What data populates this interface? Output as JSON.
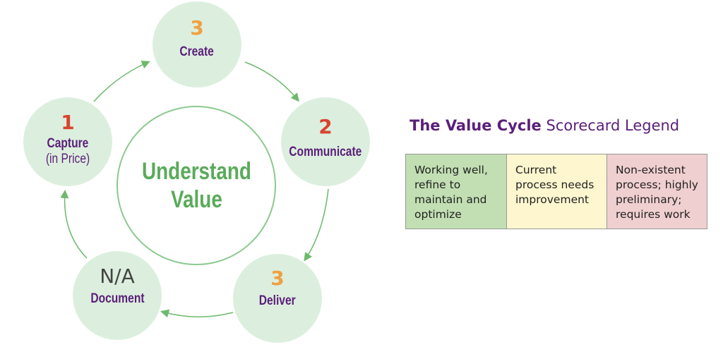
{
  "diagram": {
    "center": {
      "line1": "Understand",
      "line2": "Value"
    },
    "nodes": [
      {
        "id": "create",
        "score": "3",
        "label": "Create",
        "sub": "",
        "score_color": "#f0a040"
      },
      {
        "id": "communicate",
        "score": "2",
        "label": "Communicate",
        "sub": "",
        "score_color": "#d9442f"
      },
      {
        "id": "deliver",
        "score": "3",
        "label": "Deliver",
        "sub": "",
        "score_color": "#f0a040"
      },
      {
        "id": "document",
        "score": "N/A",
        "label": "Document",
        "sub": "",
        "score_color": "#444444"
      },
      {
        "id": "capture",
        "score": "1",
        "label": "Capture",
        "sub": "(in Price)",
        "score_color": "#d9442f"
      }
    ],
    "colors": {
      "node_fill": "#dcefde",
      "arrow": "#6db96d",
      "label": "#5b1f7a",
      "center_text": "#5aab5a"
    }
  },
  "legend": {
    "title_bold": "The Value Cycle",
    "title_rest": "Scorecard Legend",
    "cells": [
      {
        "text": "Working well, refine to maintain and optimize",
        "color": "#c2dfb3"
      },
      {
        "text": "Current process needs improvement",
        "color": "#fdf6cf"
      },
      {
        "text": "Non-existent process; highly preliminary; requires work",
        "color": "#f0cfd0"
      }
    ]
  }
}
